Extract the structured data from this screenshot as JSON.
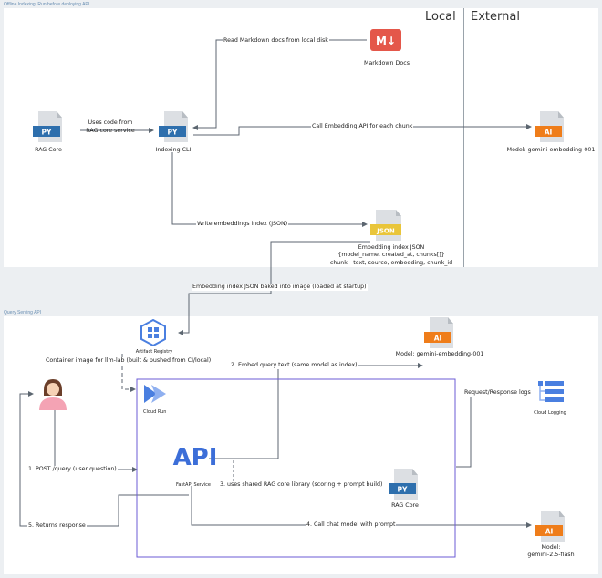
{
  "sections": {
    "offline_label": "Offline Indexing: Run before deploying API",
    "serving_label": "Query Serving API",
    "local_heading": "Local",
    "external_heading": "External"
  },
  "nodes": {
    "markdown_docs": {
      "label": "Markdown Docs",
      "badge": "M↓"
    },
    "rag_core_top": {
      "label": "RAG Core",
      "badge": "PY"
    },
    "indexing_cli": {
      "label": "Indexing CLI",
      "badge": "PY"
    },
    "embedding_model_top": {
      "label": "Model: gemini-embedding-001",
      "badge": "AI"
    },
    "embedding_index": {
      "badge": "JSON",
      "line1": "Embedding index JSON",
      "line2": "{model_name, created_at, chunks[]}",
      "line3": "chunk - text, source, embedding, chunk_id"
    },
    "artifact_registry": {
      "label": "Artifact Registry"
    },
    "embedding_model_bottom": {
      "label": "Model: gemini-embedding-001",
      "badge": "AI"
    },
    "cloud_run": {
      "label": "Cloud Run"
    },
    "fastapi": {
      "label": "FastAPI Service",
      "badge": "API"
    },
    "rag_core_bottom": {
      "label": "RAG Core",
      "badge": "PY"
    },
    "cloud_logging": {
      "label": "Cloud Logging"
    },
    "chat_model": {
      "line1": "Model:",
      "line2": "gemini-2.5-flash",
      "badge": "AI"
    }
  },
  "edges": {
    "read_markdown": "Read Markdown docs from local disk",
    "uses_code_1": "Uses code from",
    "uses_code_2": "RAG core service",
    "call_embedding": "Call Embedding API for each chunk",
    "write_index": "Write embeddings index (JSON)",
    "baked_in": "Embedding index JSON baked into image (loaded at startup)",
    "container_image": "Container image for llm-lab (built & pushed from CI/local)",
    "embed_query": "2. Embed query text (same model as index)",
    "req_resp_logs": "Request/Response logs",
    "post_query": "1. POST /query (user question)",
    "uses_shared": "3. uses shared RAG core library (scoring + prompt build)",
    "returns": "5. Returns response",
    "call_chat": "4. Call chat model with prompt"
  },
  "colors": {
    "python_blue": "#2e6fad",
    "ai_orange": "#ef7d1a",
    "json_yellow": "#e9c53a",
    "markdown_red": "#e4574a",
    "gcp_blue": "#4a7fe0",
    "cloud_run_border": "#6b5bd6",
    "line": "#5c6670"
  }
}
